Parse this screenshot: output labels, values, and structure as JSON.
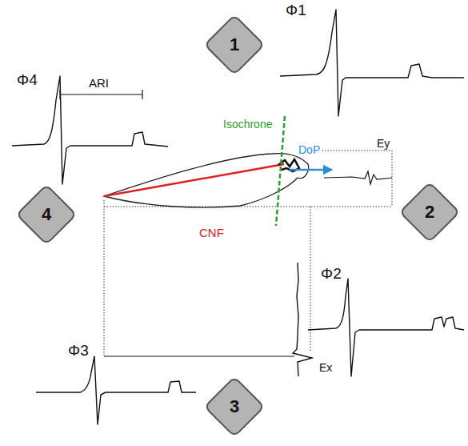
{
  "diagram": {
    "nodes": [
      {
        "text": [
          "1"
        ]
      },
      {
        "text": [
          "2"
        ]
      },
      {
        "text": [
          "3"
        ]
      },
      {
        "text": [
          "4"
        ]
      }
    ],
    "labels": [
      "Φ1",
      "ARI",
      "Φ4",
      "Isochrone",
      "DoP",
      "Ey",
      "CNF",
      "Φ2",
      "Ex",
      "Φ3"
    ]
  }
}
